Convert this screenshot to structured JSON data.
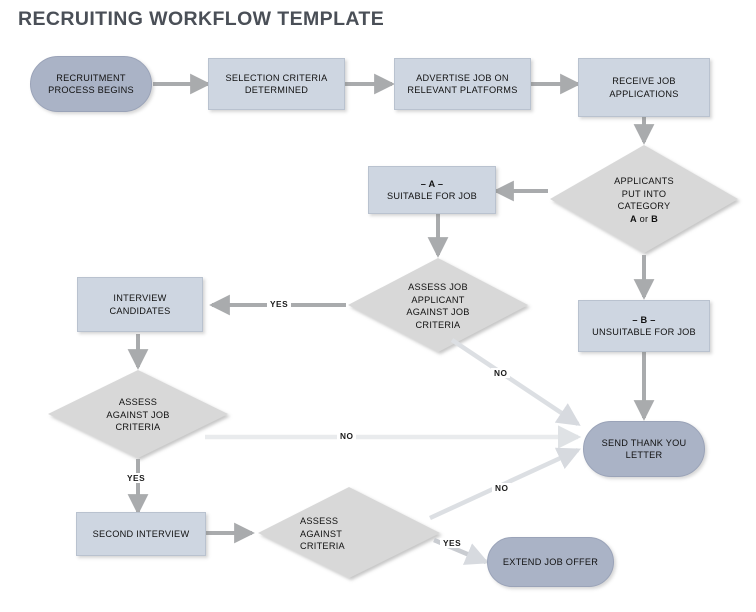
{
  "page": {
    "title": "RECRUITING WORKFLOW TEMPLATE",
    "background": "#ffffff",
    "title_color": "#4a4f57"
  },
  "palette": {
    "terminator_fill": "#aab3c6",
    "process_fill": "#ced6e1",
    "decision_fill": "#d8d8d8",
    "arrow_dark": "#a9abad",
    "arrow_light": "#dcdfe3",
    "arrow_faint": "#e9ebed",
    "text": "#111111"
  },
  "nodes": {
    "start": {
      "label": "RECRUITMENT PROCESS BEGINS",
      "shape": "terminator"
    },
    "selection_criteria": {
      "label": "SELECTION CRITERIA DETERMINED",
      "shape": "process"
    },
    "advertise": {
      "label": "ADVERTISE JOB ON RELEVANT PLATFORMS",
      "shape": "process"
    },
    "receive": {
      "label": "RECEIVE JOB APPLICATIONS",
      "shape": "process"
    },
    "categorize": {
      "line1": "APPLICANTS",
      "line2": "PUT INTO",
      "line3": "CATEGORY",
      "line4_a": "A",
      "line4_or": "or",
      "line4_b": "B",
      "shape": "decision"
    },
    "category_a": {
      "dash": "– A –",
      "label": "SUITABLE FOR JOB",
      "shape": "process"
    },
    "category_b": {
      "dash": "– B –",
      "label": "UNSUITABLE FOR JOB",
      "shape": "process"
    },
    "assess_applicant": {
      "line1": "ASSESS JOB",
      "line2": "APPLICANT",
      "line3": "AGAINST JOB",
      "line4": "CRITERIA",
      "shape": "decision"
    },
    "interview": {
      "label": "INTERVIEW CANDIDATES",
      "shape": "process"
    },
    "assess_against_job": {
      "line1": "ASSESS",
      "line2": "AGAINST JOB",
      "line3": "CRITERIA",
      "shape": "decision"
    },
    "second_interview": {
      "label": "SECOND INTERVIEW",
      "shape": "process"
    },
    "assess_criteria": {
      "line1": "ASSESS",
      "line2": "AGAINST",
      "line3": "CRITERIA",
      "shape": "decision"
    },
    "thank_you": {
      "label": "SEND THANK YOU LETTER",
      "shape": "terminator"
    },
    "job_offer": {
      "label": "EXTEND JOB OFFER",
      "shape": "terminator"
    }
  },
  "edge_labels": {
    "assess_applicant_yes": "YES",
    "assess_applicant_no": "NO",
    "assess_against_job_no": "NO",
    "assess_against_job_yes": "YES",
    "assess_criteria_no": "NO",
    "assess_criteria_yes": "YES"
  }
}
